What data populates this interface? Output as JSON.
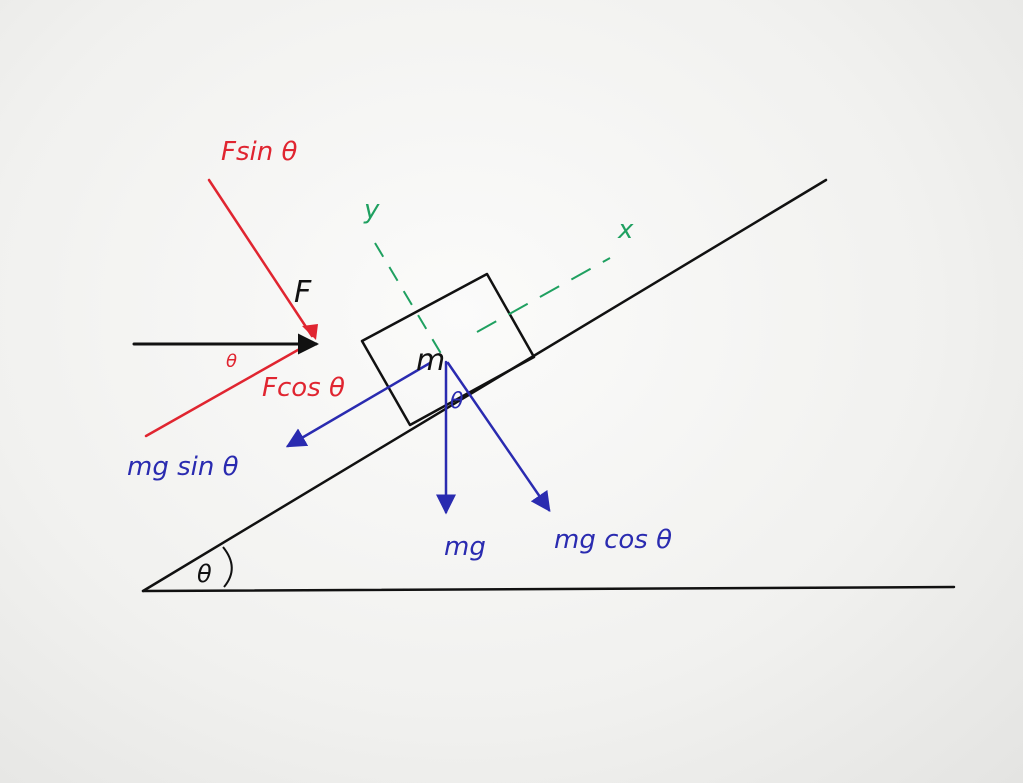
{
  "labels": {
    "f_sin": "Fsin θ",
    "f": "F",
    "f_cos": "Fcos θ",
    "theta_at_f": "θ",
    "mg_sin": "mg sin θ",
    "mg": "mg",
    "mg_cos": "mg cos θ",
    "mass": "m",
    "theta_at_mass": "θ",
    "theta_at_base": "θ",
    "axis_x": "x",
    "axis_y": "y"
  },
  "colors": {
    "ink": "#111111",
    "applied_force": "#e02530",
    "gravity": "#2a2bb0",
    "axes": "#1fa060"
  }
}
